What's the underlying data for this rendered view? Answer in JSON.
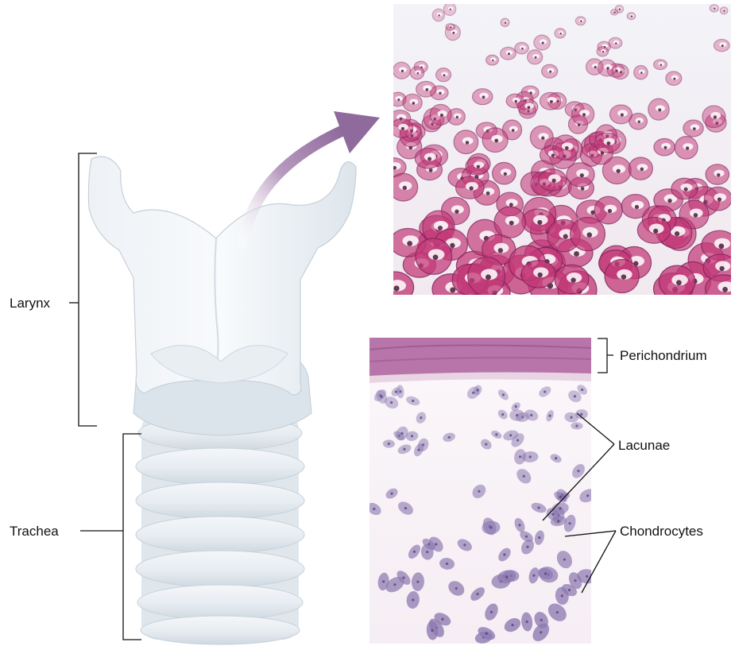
{
  "labels": {
    "larynx": "Larynx",
    "trachea": "Trachea",
    "perichondrium": "Perichondrium",
    "lacunae": "Lacunae",
    "chondrocytes": "Chondrocytes"
  },
  "colors": {
    "cartilage_model": "#e3eaf0",
    "arrow": "#9b72a8",
    "micro_top_cells": "#c23a78",
    "micro_bottom_cells": "#8c78b0",
    "perichondrium": "#b06fa6",
    "line": "#111111"
  }
}
